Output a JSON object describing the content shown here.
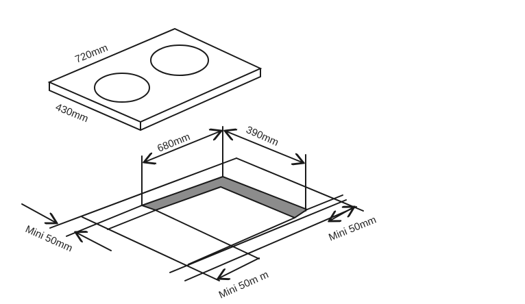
{
  "colors": {
    "line": "#1a1a1a",
    "cutout_band": "#8c8c8c",
    "background": "#ffffff"
  },
  "hob": {
    "width_label": "720mm",
    "depth_label": "430mm",
    "burners": 2
  },
  "cutout": {
    "width_label": "680mm",
    "depth_label": "390mm"
  },
  "clearances": {
    "left_label": "Mini 50mm",
    "right_label": "Mini 50mm",
    "front_label": "Mini 50m m"
  }
}
